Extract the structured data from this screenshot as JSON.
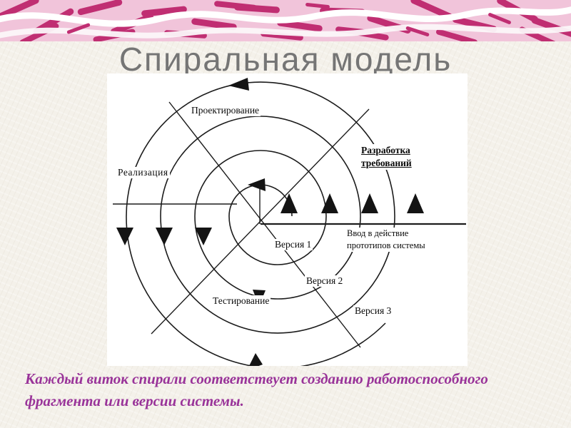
{
  "slide": {
    "title": "Спиральная модель",
    "caption": {
      "line1": "Каждый виток спирали соответствует созданию работоспособного",
      "line2": "фрагмента или версии системы."
    }
  },
  "diagram": {
    "labels": {
      "design": "Проектирование",
      "requirements": "Разработка требований",
      "implementation": "Реализация",
      "deployment": "Ввод в действие прототипов системы",
      "version1": "Версия 1",
      "version2": "Версия 2",
      "version3": "Версия 3",
      "testing": "Тестирование"
    }
  },
  "colors": {
    "background": "#f4f1ea",
    "title": "#757575",
    "caption": "#993399",
    "diagram_ink": "#1c1c1c",
    "banner_base": "#f1c4da",
    "banner_stroke": "#c02e72",
    "banner_ribbon": "#ffffff"
  }
}
